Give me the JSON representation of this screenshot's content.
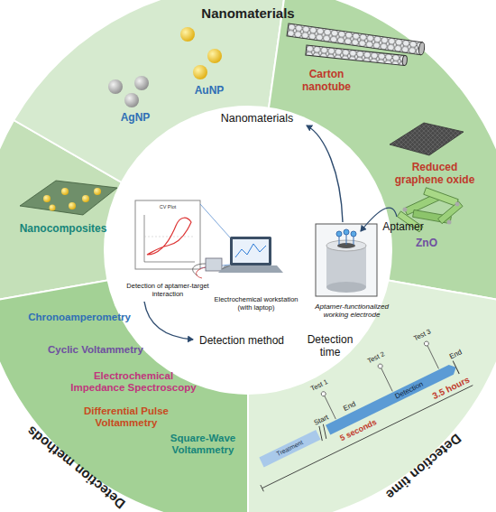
{
  "diagram": {
    "nodes": [
      {
        "text": [
          "Nanomaterials"
        ]
      },
      {
        "text": [
          "Detection methods"
        ]
      },
      {
        "text": [
          "Detection time"
        ]
      }
    ],
    "labels": [
      "AgNP",
      "AuNP",
      "Carton nanotube",
      "Reduced graphene oxide",
      "ZnO",
      "Nanocomposites",
      "Nanomaterials",
      "Aptamer",
      "Aptamer-functionalized working electrode",
      "Electrochemical workstation (with laptop)",
      "Detection of aptamer-target interaction",
      "CV Plot",
      "Detection method",
      "Detection time",
      "Chronoamperometry",
      "Cyclic Voltammetry",
      "Electrochemical Impedance Spectroscopy",
      "Differential Pulse Voltammetry",
      "Square-Wave Voltammetry",
      "Treatment",
      "Test 1",
      "Start",
      "End",
      "5 seconds",
      "Test 2",
      "Detection",
      "Test 3",
      "End",
      "3.5 hours"
    ]
  }
}
